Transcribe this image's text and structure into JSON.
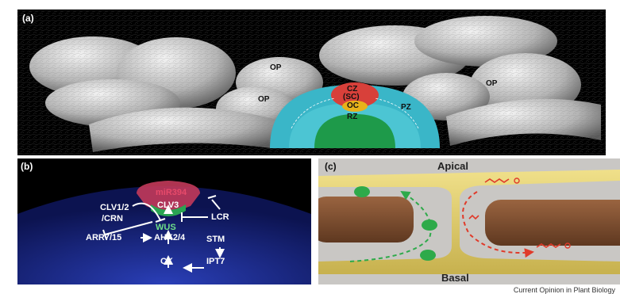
{
  "panels": {
    "a": {
      "label": "(a)",
      "regions": {
        "op_left_top": "OP",
        "op_left_bottom": "OP",
        "op_right": "OP",
        "cz": "CZ",
        "sc": "(SC)",
        "oc": "OC",
        "pz": "PZ",
        "rz": "RZ"
      }
    },
    "b": {
      "label": "(b)",
      "genes": {
        "mir394": "miR394",
        "clv3": "CLV3",
        "clv12": "CLV1/2",
        "crn": "/CRN",
        "lcr": "LCR",
        "wus": "WUS",
        "arr": "ARR7/15",
        "ahk": "AHK2/4",
        "stm": "STM",
        "ck": "CK",
        "ipt7": "IPT7"
      }
    },
    "c": {
      "label": "(c)",
      "apical": "Apical",
      "basal": "Basal"
    }
  },
  "footer": "Current Opinion in Plant Biology",
  "colors": {
    "cz": "#d8403a",
    "oc": "#e8b21a",
    "rz": "#1e9a4a",
    "pz": "#3ab6c8",
    "cell_wall": "#e2cf72",
    "plastid": "#7a4b2c",
    "green_arrow": "#2eaa4a",
    "red_arrow": "#e03a2a"
  }
}
